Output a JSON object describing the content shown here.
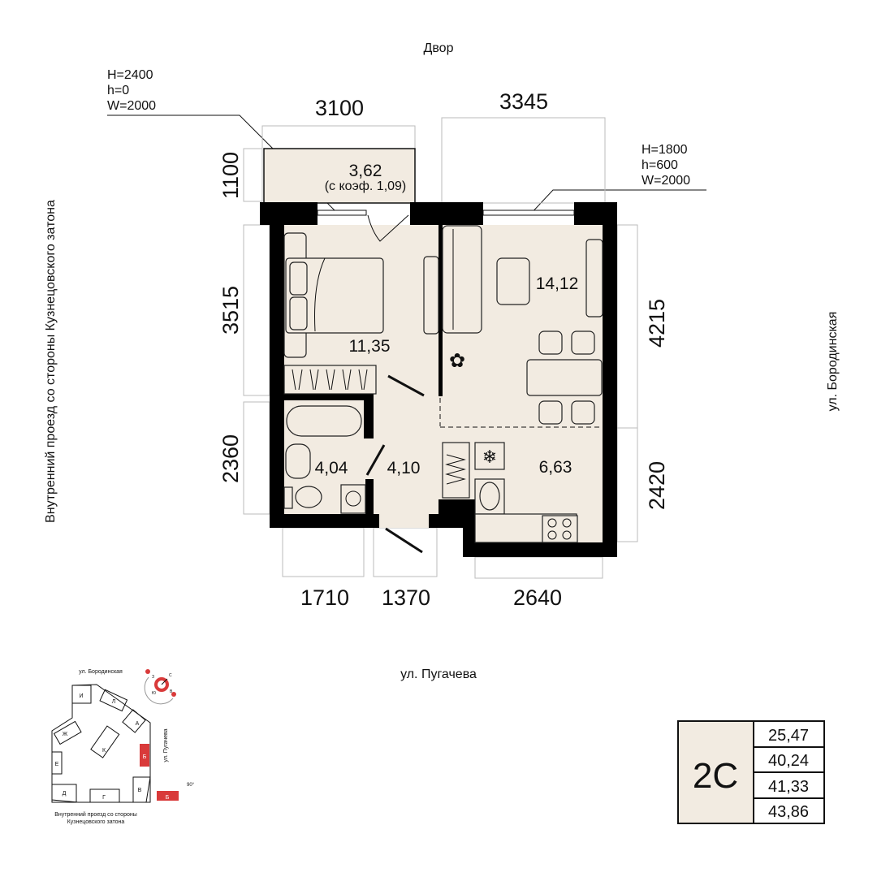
{
  "orientation": {
    "top": "Двор",
    "bottom": "ул. Пугачева",
    "left": "Внутренний проезд со стороны Кузнецовского затона",
    "right": "ул. Бородинская"
  },
  "windows": {
    "balcony_door": [
      "H=2400",
      "h=0",
      "W=2000"
    ],
    "living_window": [
      "H=1800",
      "h=600",
      "W=2000"
    ]
  },
  "dimensions": {
    "top": [
      "3100",
      "3345"
    ],
    "left": [
      "1100",
      "3515",
      "2360"
    ],
    "right": [
      "4215",
      "2420"
    ],
    "bottom": [
      "1710",
      "1370",
      "2640"
    ]
  },
  "rooms": {
    "balcony": {
      "area": "3,62",
      "note": "(с коэф. 1,09)"
    },
    "bedroom": {
      "area": "11,35"
    },
    "living": {
      "area": "14,12"
    },
    "bathroom": {
      "area": "4,04"
    },
    "hall": {
      "area": "4,10"
    },
    "kitchen": {
      "area": "6,63"
    }
  },
  "site_plan": {
    "top_street": "ул. Бородинская",
    "right_street": "ул. Пугачева",
    "bottom_text": [
      "Внутренний проезд со стороны",
      "Кузнецовского затона"
    ],
    "sections": [
      "И",
      "Л",
      "А",
      "Ж",
      "К",
      "Е",
      "Б",
      "Д",
      "Г",
      "В"
    ],
    "rotated_section": "Б",
    "rotation": "90°",
    "compass": [
      "З",
      "С",
      "Ю",
      "В"
    ],
    "highlight_color": "#d93a3a"
  },
  "summary": {
    "type": "2С",
    "values": [
      "25,47",
      "40,24",
      "41,33",
      "43,86"
    ]
  },
  "colors": {
    "floor": "#f2ebe1",
    "wall": "#000000"
  }
}
